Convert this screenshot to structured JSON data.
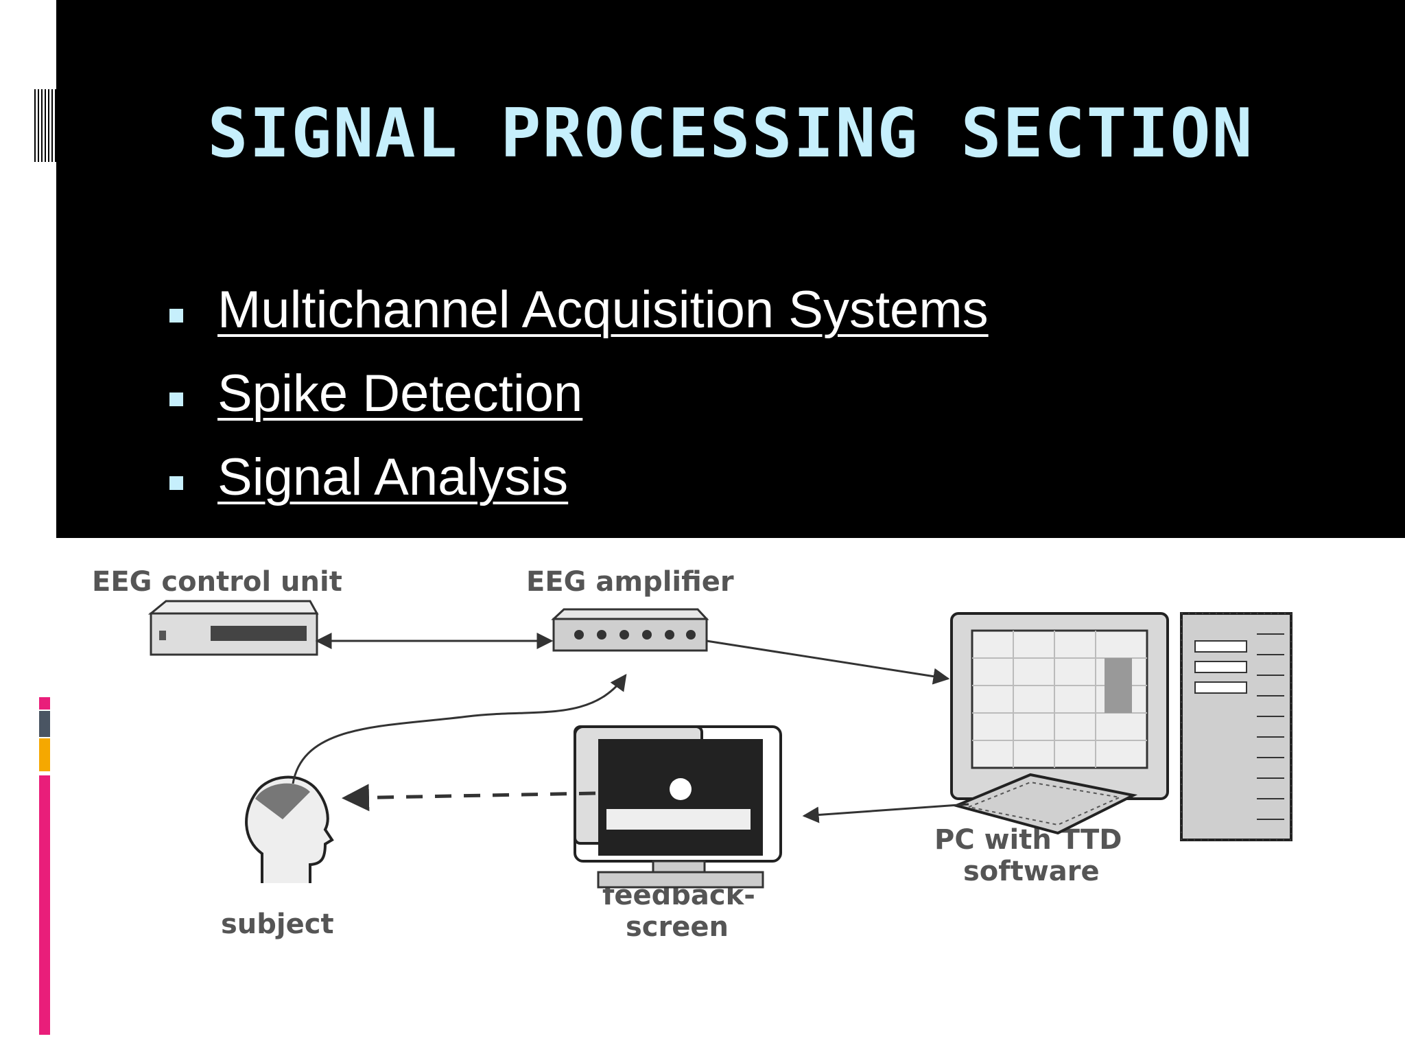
{
  "slide": {
    "title": "SIGNAL PROCESSING SECTION",
    "bullets": [
      {
        "label": " Multichannel Acquisition Systems"
      },
      {
        "label": "Spike Detection"
      },
      {
        "label": "Signal Analysis"
      }
    ]
  },
  "colors": {
    "title": "#c6effc",
    "header_background": "#000000",
    "accent_pink": "#e91e7a",
    "accent_gray": "#4a5563",
    "accent_orange": "#f5a800"
  },
  "diagram": {
    "labels": {
      "eeg_control_unit": "EEG control unit",
      "eeg_amplifier": "EEG amplifier",
      "pc_line1": "PC with TTD",
      "pc_line2": "software",
      "feedback_line1": "feedback-",
      "feedback_line2": "screen",
      "subject": "subject"
    }
  }
}
